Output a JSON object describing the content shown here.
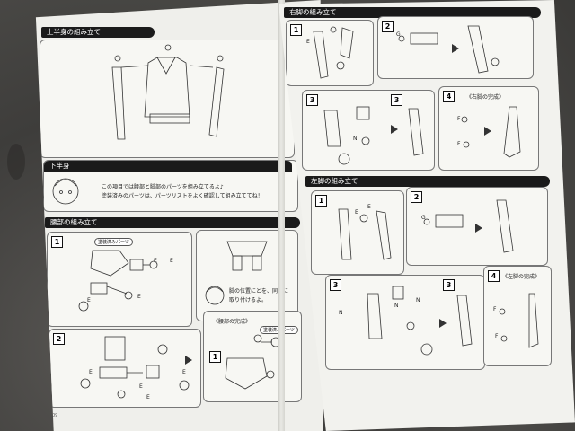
{
  "left_page": {
    "upper_body": {
      "title": "上半身の組み立て"
    },
    "lower_body": {
      "title": "下半身",
      "note_line1": "この項目では腰部と脚部のパーツを組み立てるよ♪",
      "note_line2": "塗装済みのパーツは、パーツリストをよく確認して組み立ててね！"
    },
    "waist": {
      "title": "腰部の組み立て",
      "step1": "1",
      "step2": "2",
      "painted_tag": "塗装済みパーツ",
      "tip_line1": "脚の位置に",
      "tip_mid": "と",
      "tip_line1_end": "を、同時に",
      "tip_line2": "取り付けるよ。",
      "complete": "《腰部の完成》",
      "complete_step": "1",
      "part_labels": [
        "E",
        "E",
        "E",
        "E",
        "E",
        "E",
        "E",
        "E"
      ]
    },
    "page_number": "09"
  },
  "right_page": {
    "right_leg": {
      "title": "右脚の組み立て",
      "steps": [
        "1",
        "2",
        "3",
        "4"
      ],
      "complete": "《右脚の完成》",
      "labels": [
        "E",
        "N",
        "F",
        "F",
        "G"
      ]
    },
    "left_leg": {
      "title": "左脚の組み立て",
      "steps": [
        "1",
        "2",
        "3",
        "4"
      ],
      "complete": "《左脚の完成》",
      "labels": [
        "E",
        "E",
        "N",
        "N",
        "N",
        "F",
        "F",
        "G"
      ]
    }
  },
  "colors": {
    "header_bg": "#1a1a1a",
    "paper": "#f0f0ec",
    "background": "#4a4947"
  }
}
